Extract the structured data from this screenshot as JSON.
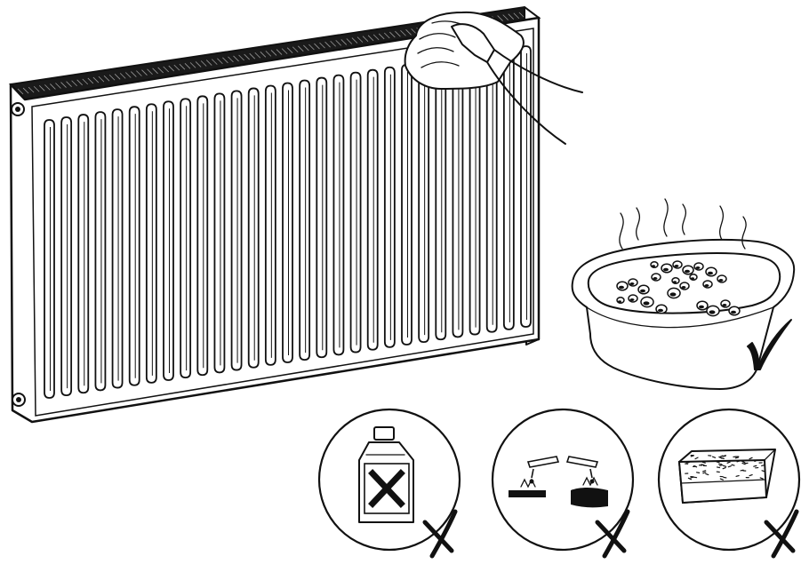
{
  "illustration": {
    "panels": [
      {
        "name": "radiator-cleaning-cloth",
        "status": "allowed"
      },
      {
        "name": "warm-soapy-water-bowl",
        "status": "allowed",
        "mark": "check-icon"
      },
      {
        "name": "chemical-cleaner-bottle",
        "status": "prohibited",
        "mark": "cross-icon"
      },
      {
        "name": "corrosive-substance",
        "status": "prohibited",
        "mark": "cross-icon"
      },
      {
        "name": "abrasive-sponge",
        "status": "prohibited",
        "mark": "cross-icon"
      }
    ],
    "colors": {
      "line": "#111111",
      "background": "#ffffff"
    }
  }
}
